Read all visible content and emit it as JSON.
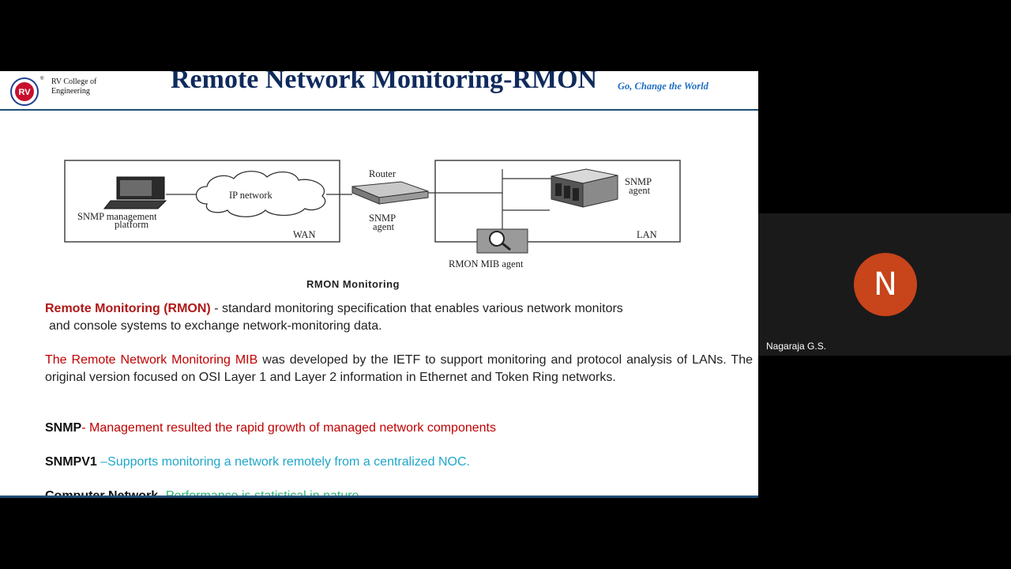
{
  "header": {
    "college_line1": "RV College of",
    "college_line2": "Engineering",
    "logo_text": "RV",
    "title": "Remote Network Monitoring-RMON",
    "tagline": "Go, Change the World"
  },
  "diagram": {
    "mgmt_label1": "SNMP management",
    "mgmt_label2": "platform",
    "ip_network": "IP network",
    "wan": "WAN",
    "router": "Router",
    "router_agent1": "SNMP",
    "router_agent2": "agent",
    "lan_agent1": "SNMP",
    "lan_agent2": "agent",
    "lan": "LAN",
    "rmon_agent": "RMON MIB agent",
    "caption": "RMON Monitoring"
  },
  "content": {
    "p1_term": "Remote Monitoring (RMON)",
    "p1_text": " - standard monitoring specification that enables various network monitors",
    "p1_text2": "and  console systems to exchange network-monitoring data.",
    "p2_term": "The Remote Network Monitoring MIB",
    "p2_text": " was developed by the IETF to support monitoring and protocol analysis of LANs. The original version focused on OSI Layer 1 and Layer 2 information in Ethernet and Token Ring networks.",
    "p3_term": "SNMP",
    "p3_text": "- Management  resulted the rapid growth of managed network components",
    "p4_term": "SNMPV1",
    "p4_text": " –Supports monitoring a network remotely from a centralized NOC.",
    "p5_term": "Computer Network",
    "p5_text": "- Performance is statistical in nature"
  },
  "participant": {
    "initial": "N",
    "name": "Nagaraja G.S."
  },
  "colors": {
    "title": "#0f2a5c",
    "term_red": "#c00000",
    "cyan": "#1ea7c8",
    "green": "#2eb872",
    "avatar": "#c8441b"
  }
}
